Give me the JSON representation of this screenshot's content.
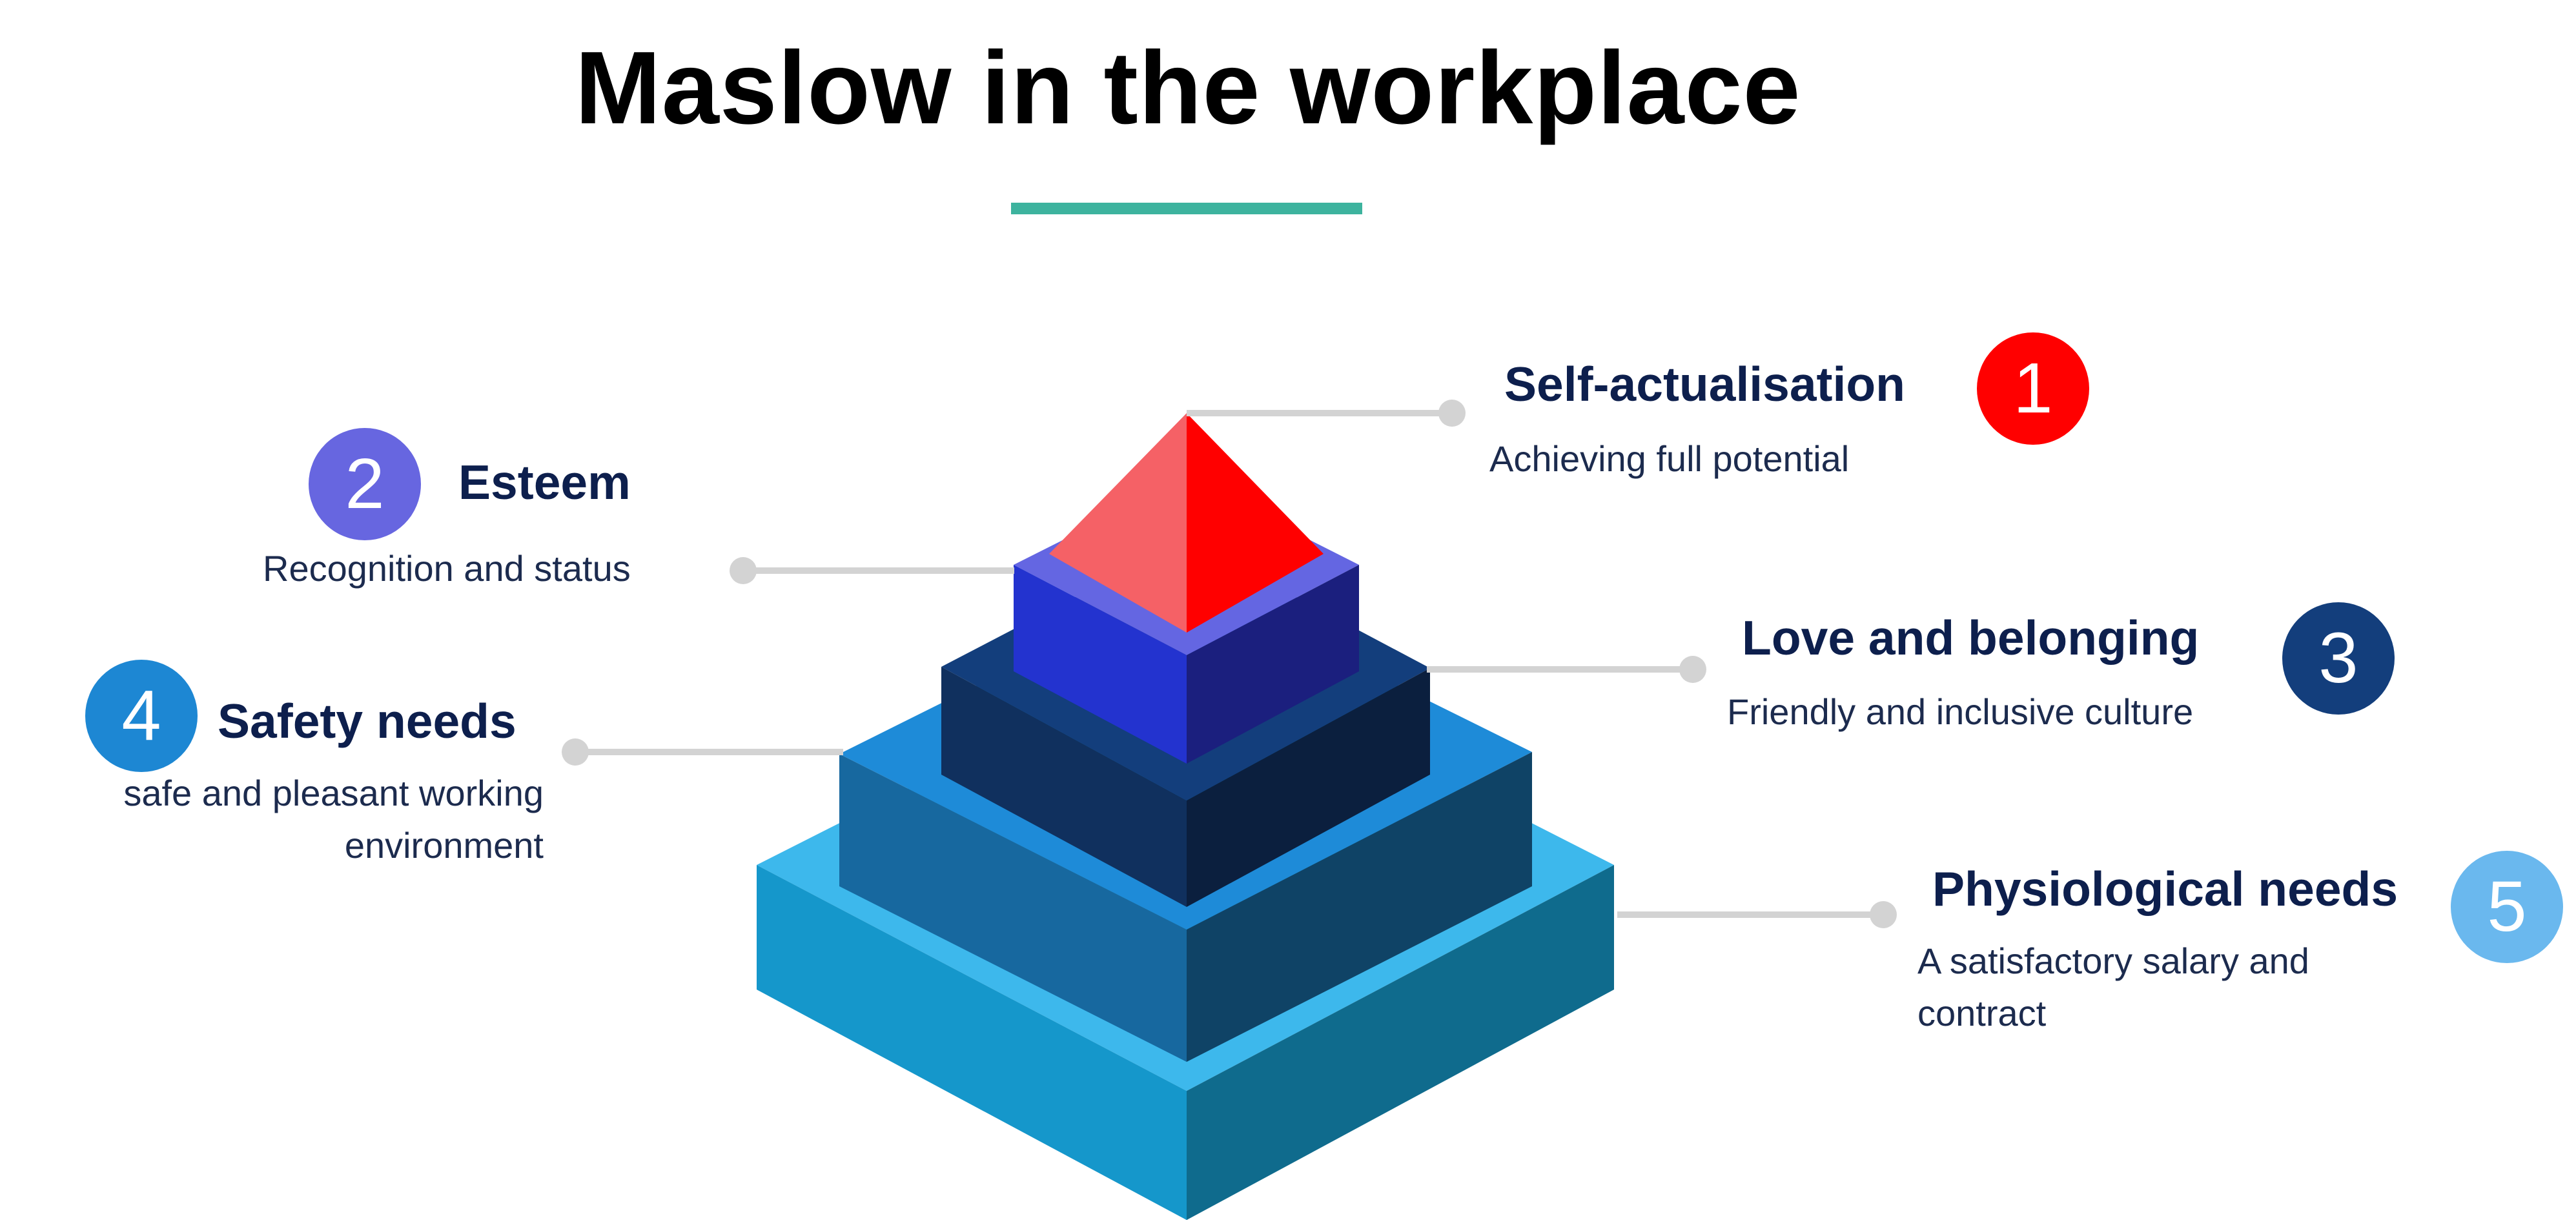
{
  "title": "Maslow in the workplace",
  "colors": {
    "underline": "#3db39e",
    "connector": "#d3d3d3",
    "heading": "#0d1f4d",
    "text": "#1c2b4e"
  },
  "levels": [
    {
      "number": "1",
      "name": "Self-actualisation",
      "description": "Achieving full potential",
      "color": "#ff0000"
    },
    {
      "number": "2",
      "name": "Esteem",
      "description": "Recognition and status",
      "color": "#6766e0"
    },
    {
      "number": "3",
      "name": "Love and belonging",
      "description": "Friendly and inclusive culture",
      "color": "#133e7c"
    },
    {
      "number": "4",
      "name": "Safety needs",
      "description": "safe and pleasant working environment",
      "color": "#1d87d3"
    },
    {
      "number": "5",
      "name": "Physiological needs",
      "description": "A satisfactory salary and contract",
      "color": "#6ab8ee"
    }
  ]
}
